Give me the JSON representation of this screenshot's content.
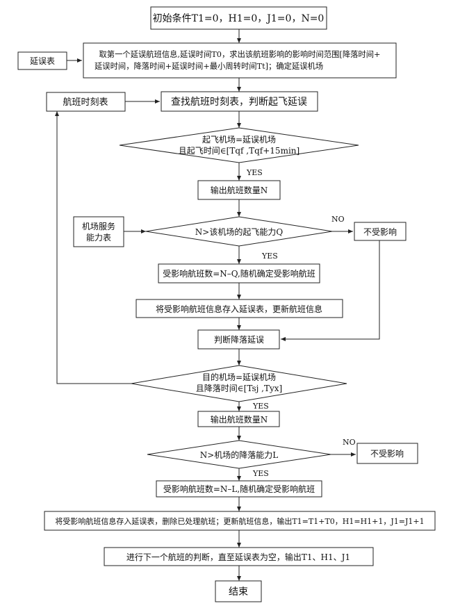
{
  "nodes": {
    "start": "初始条件T1=0，H1=0，J1=0，N=0",
    "delay_table": "延误表",
    "step1_line1": "取第一个延误航班信息,延误时间T0，求出该航班影响的影响时间范围[降落时间+",
    "step1_line2": "延误时间，降落时间+延误时间+最小周转时间Tt]；确定延误机场",
    "schedule_table": "航班时刻表",
    "check_takeoff": "查找航班时刻表，判断起飞延误",
    "cond1_line1": "起飞机场=延误机场",
    "cond1_line2": "且起飞时间∈[Tqf ,Tqf+15min]",
    "output_n1": "输出航班数量N",
    "airport_service_line1": "机场服务",
    "airport_service_line2": "能力表",
    "cond2": "N>该机场的起飞能力Q",
    "unaffected1": "不受影响",
    "affected1": "受影响航班数=N–Q,随机确定受影响航班",
    "store1": "将受影响航班信息存入延误表，更新航班信息",
    "check_landing": "判断降落延误",
    "cond3_line1": "目的机场=延误机场",
    "cond3_line2": "且降落时间∈[Tsj ,Tyx]",
    "output_n2": "输出航班数量N",
    "cond4": "N>机场的降落能力L",
    "unaffected2": "不受影响",
    "affected2": "受影响航班数=N–L,随机确定受影响航班",
    "store2": "将受影响航班信息存入延误表，删除已处理航班；更新航班信息，输出T1=T1+T0，H1=H1+1，J1=J1+1",
    "next_flight": "进行下一个航班的判断，直至延误表为空，输出T1、H1、J1",
    "end": "结束"
  },
  "labels": {
    "yes1": "YES",
    "no1": "NO",
    "yes2": "YES",
    "yes3": "YES",
    "no2": "NO",
    "yes4": "YES"
  }
}
